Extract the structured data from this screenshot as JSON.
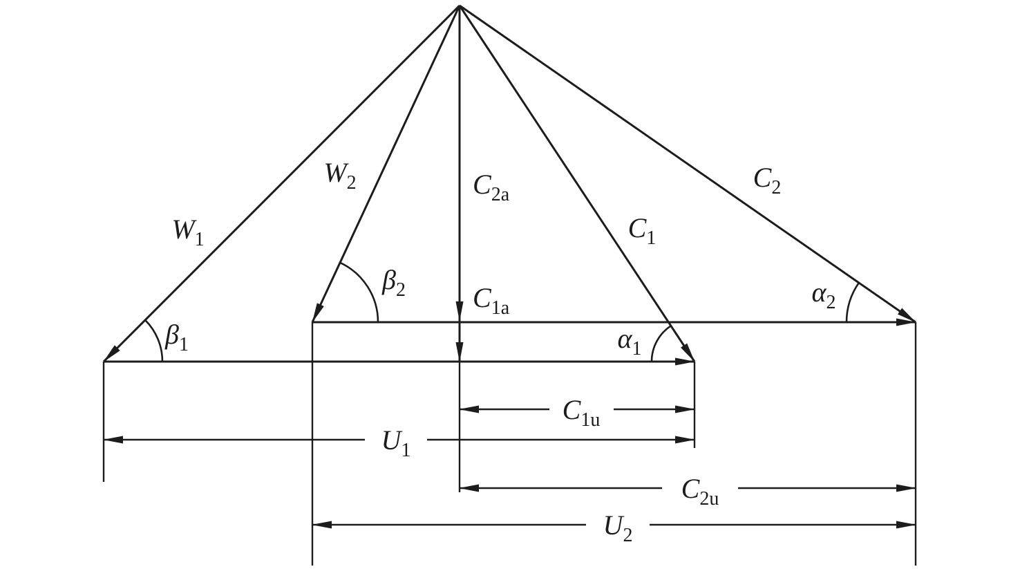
{
  "diagram": {
    "type": "turbomachine-velocity-triangles",
    "colors": {
      "background": "#ffffff",
      "line": "#1c1c1c"
    },
    "vectors": {
      "w1": {
        "base": "W",
        "sub": "1"
      },
      "w2": {
        "base": "W",
        "sub": "2"
      },
      "c1": {
        "base": "C",
        "sub": "1"
      },
      "c2": {
        "base": "C",
        "sub": "2"
      },
      "c1a": {
        "base": "C",
        "sub": "1a"
      },
      "c2a": {
        "base": "C",
        "sub": "2a"
      }
    },
    "angles": {
      "beta1": {
        "base": "β",
        "sub": "1"
      },
      "beta2": {
        "base": "β",
        "sub": "2"
      },
      "alpha1": {
        "base": "α",
        "sub": "1"
      },
      "alpha2": {
        "base": "α",
        "sub": "2"
      }
    },
    "dimensions": {
      "c1u": {
        "base": "C",
        "sub": "1u"
      },
      "u1": {
        "base": "U",
        "sub": "1"
      },
      "c2u": {
        "base": "C",
        "sub": "2u"
      },
      "u2": {
        "base": "U",
        "sub": "2"
      }
    }
  }
}
